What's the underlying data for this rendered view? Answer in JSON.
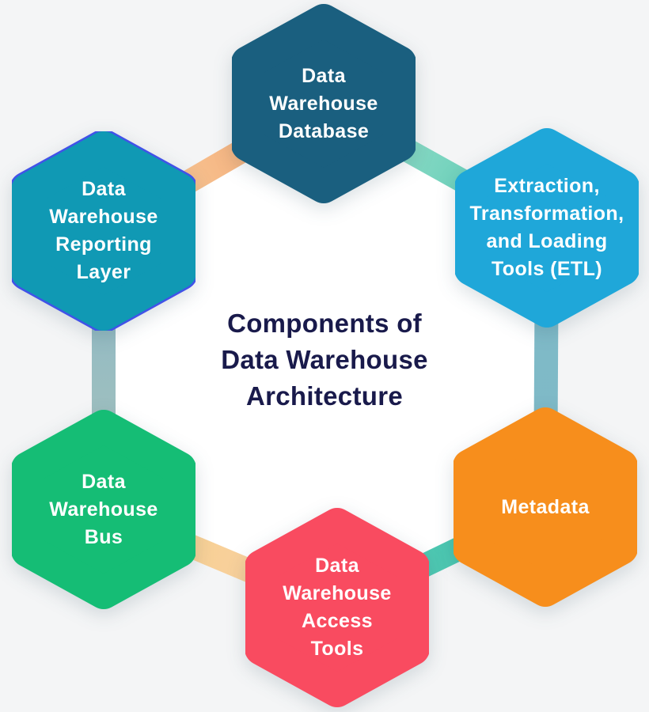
{
  "title": {
    "lines": [
      "Components of",
      "Data Warehouse",
      "Architecture"
    ],
    "color": "#191a4b"
  },
  "background": {
    "page_color": "#f4f5f6",
    "center_fill": "#ffffff"
  },
  "hexagons": [
    {
      "id": "data-warehouse-database",
      "label": "Data Warehouse Database",
      "lines": [
        "Data",
        "Warehouse",
        "Database"
      ],
      "color": "#1a5f7f",
      "text_color": "#ffffff"
    },
    {
      "id": "etl-tools",
      "label": "Extraction, Transformation, and Loading Tools (ETL)",
      "lines": [
        "Extraction,",
        "Transformation,",
        "and Loading",
        "Tools (ETL)"
      ],
      "color": "#1fa7d9",
      "text_color": "#ffffff"
    },
    {
      "id": "metadata",
      "label": "Metadata",
      "lines": [
        "Metadata"
      ],
      "color": "#f78e1c",
      "text_color": "#ffffff"
    },
    {
      "id": "data-warehouse-access-tools",
      "label": "Data Warehouse Access Tools",
      "lines": [
        "Data",
        "Warehouse",
        "Access",
        "Tools"
      ],
      "color": "#f94b60",
      "text_color": "#ffffff"
    },
    {
      "id": "data-warehouse-bus",
      "label": "Data Warehouse Bus",
      "lines": [
        "Data",
        "Warehouse",
        "Bus"
      ],
      "color": "#15bd75",
      "text_color": "#ffffff"
    },
    {
      "id": "data-warehouse-reporting-layer",
      "label": "Data Warehouse Reporting Layer",
      "lines": [
        "Data",
        "Warehouse",
        "Reporting",
        "Layer"
      ],
      "color": "#1099b4",
      "text_color": "#ffffff",
      "border_color": "#4152e8"
    }
  ],
  "connectors": [
    {
      "id": "reporting-to-database",
      "from_color": "#f7d2a2",
      "to_color": "#f5a36e"
    },
    {
      "id": "database-to-etl",
      "from_color": "#a8e2cd",
      "to_color": "#4ec8b2"
    },
    {
      "id": "etl-to-metadata",
      "from_color": "#7fbac8",
      "to_color": "#7fb9c6"
    },
    {
      "id": "metadata-to-access",
      "from_color": "#3bc2ab",
      "to_color": "#5fcdb8"
    },
    {
      "id": "access-to-bus",
      "from_color": "#facfa6",
      "to_color": "#f6d28c"
    },
    {
      "id": "bus-to-reporting",
      "from_color": "#a6c2bb",
      "to_color": "#8cb8c7"
    }
  ]
}
